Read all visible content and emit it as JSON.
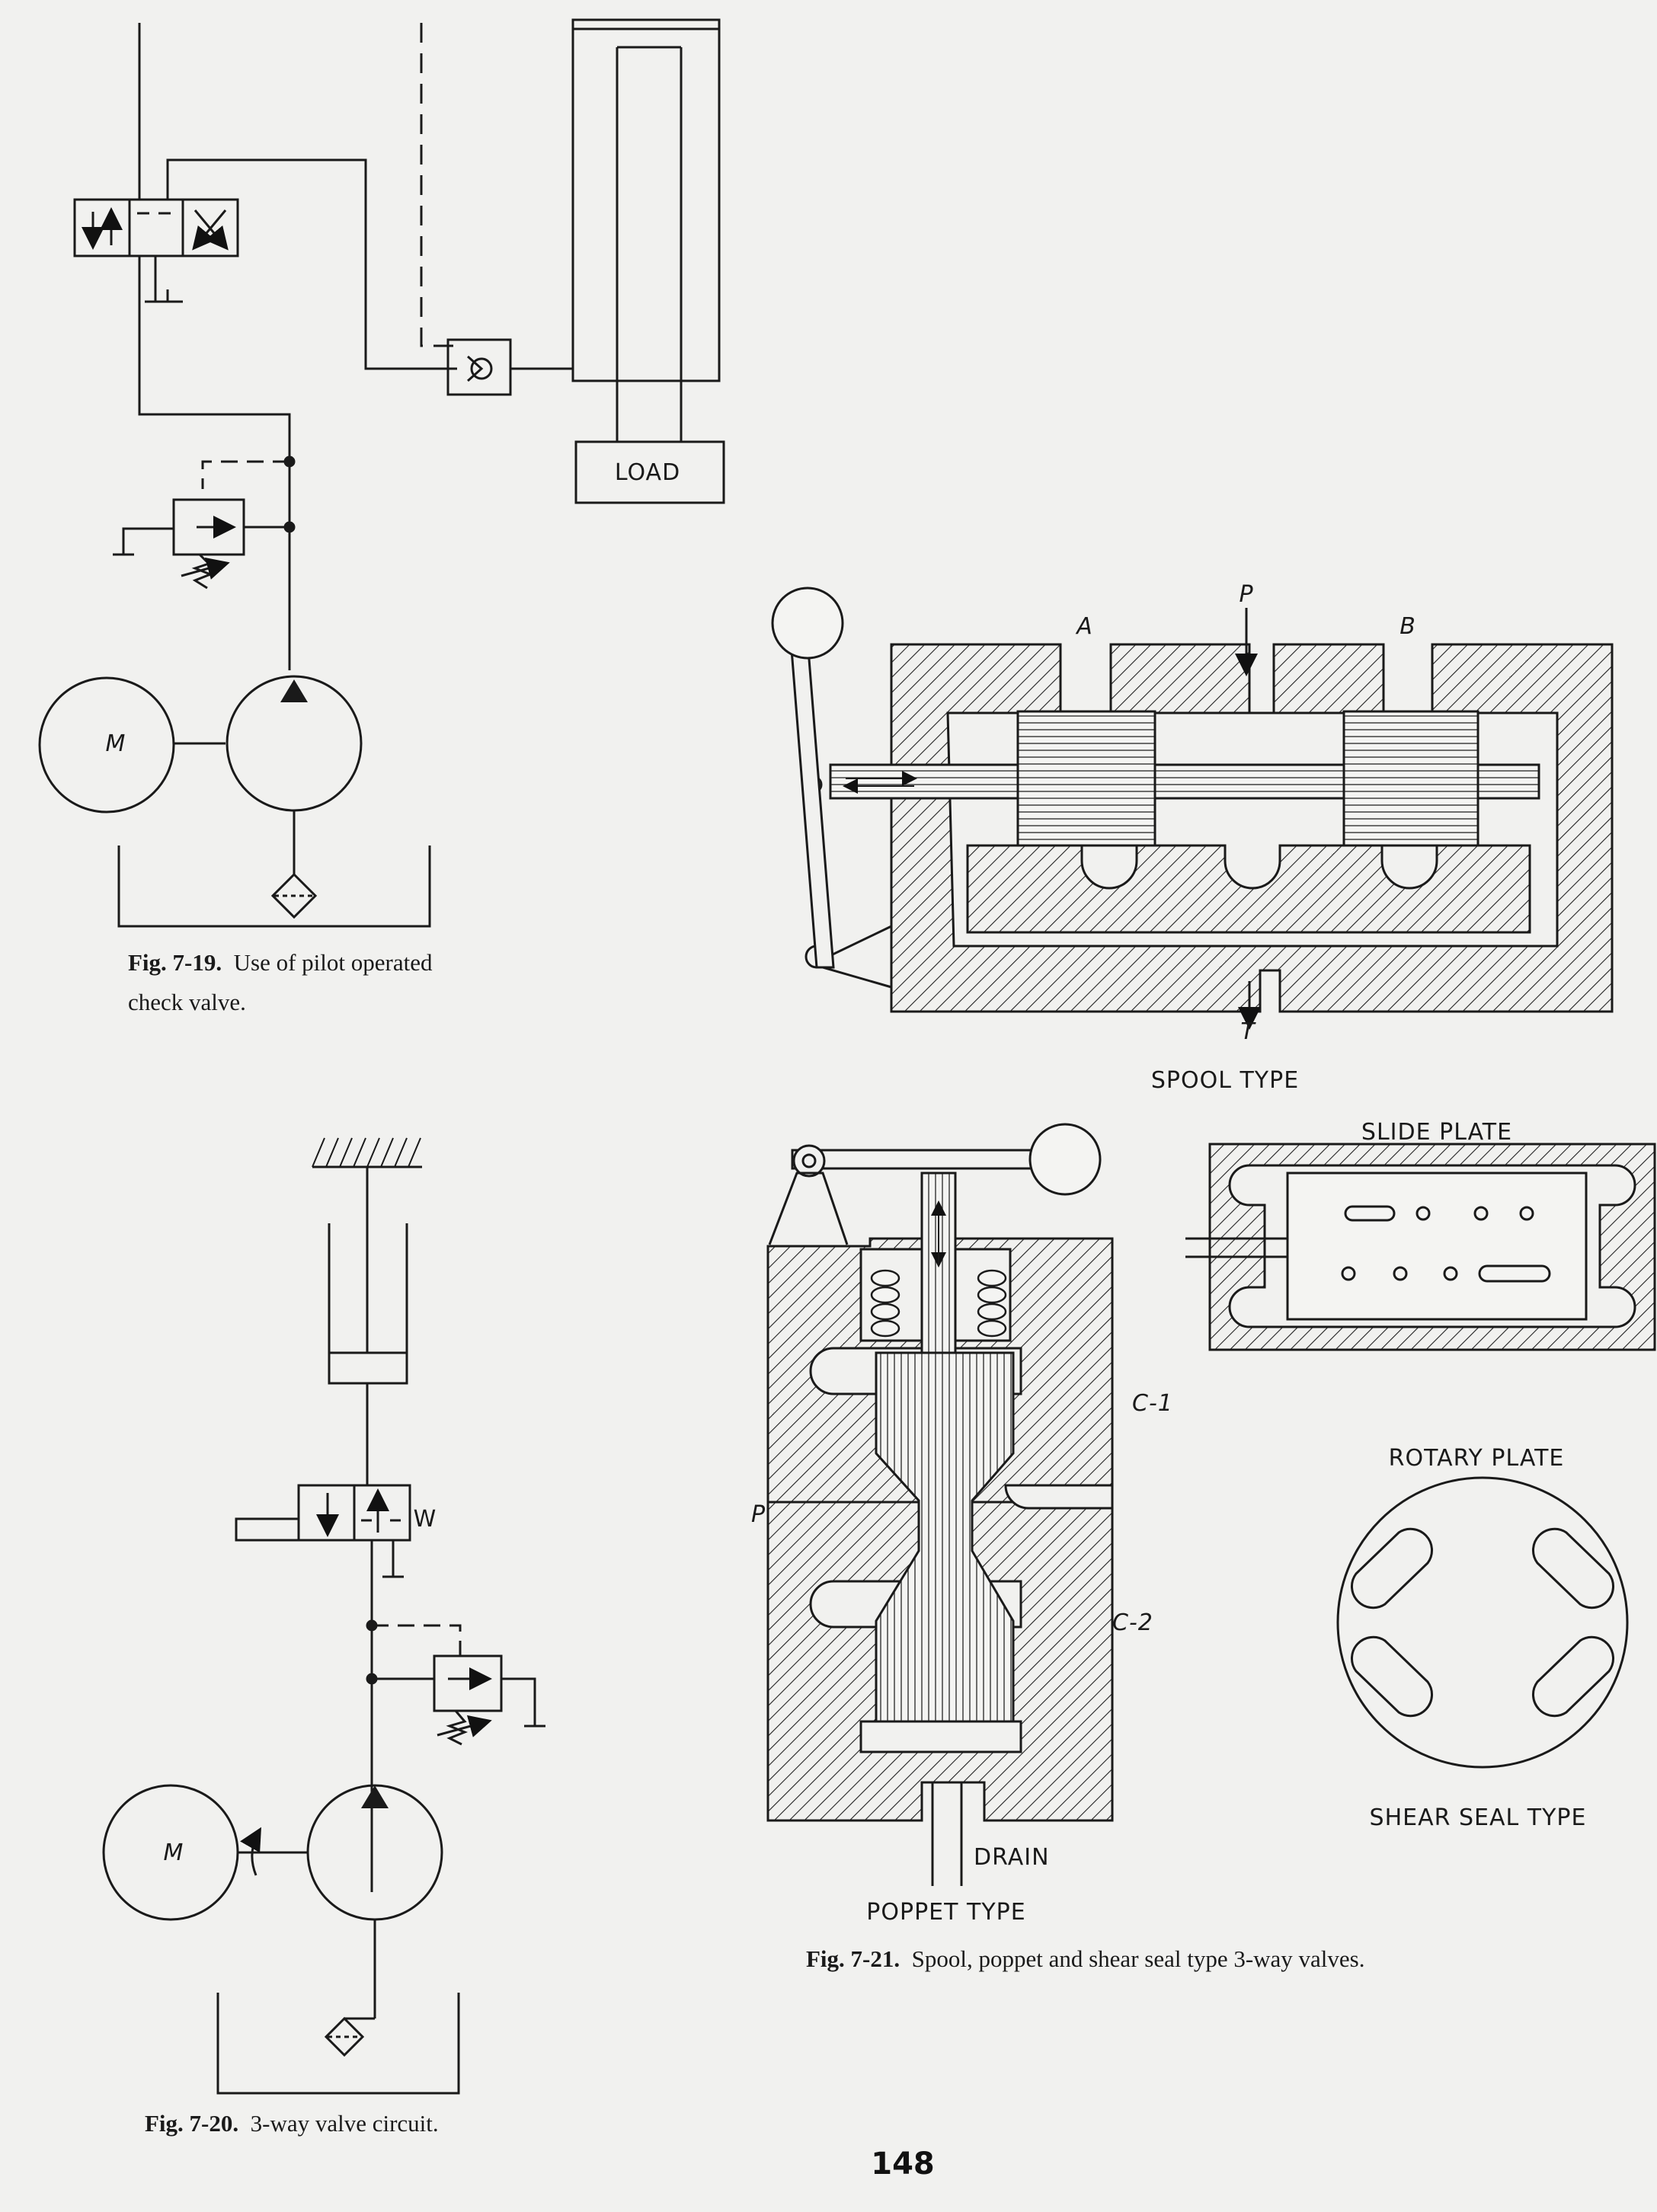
{
  "fig_7_19": {
    "number": "Fig. 7-19.",
    "caption_line1": "Use of pilot operated",
    "caption_line2": "check valve.",
    "load_label": "LOAD",
    "motor_label": "M"
  },
  "fig_7_20": {
    "number": "Fig. 7-20.",
    "caption": "3-way valve circuit.",
    "motor_label": "M",
    "solenoid_label": "W"
  },
  "fig_7_21": {
    "number": "Fig. 7-21.",
    "caption": "Spool, poppet and shear seal type 3-way valves.",
    "spool": {
      "port_a": "A",
      "port_b": "B",
      "port_p": "P",
      "port_t": "T",
      "title": "SPOOL TYPE"
    },
    "poppet": {
      "port_c1": "C-1",
      "port_c2": "C-2",
      "port_p": "P",
      "drain": "DRAIN",
      "title": "POPPET TYPE"
    },
    "shear": {
      "slide_plate": "SLIDE PLATE",
      "rotary_plate": "ROTARY PLATE",
      "title": "SHEAR SEAL TYPE"
    }
  },
  "page_number": "148"
}
